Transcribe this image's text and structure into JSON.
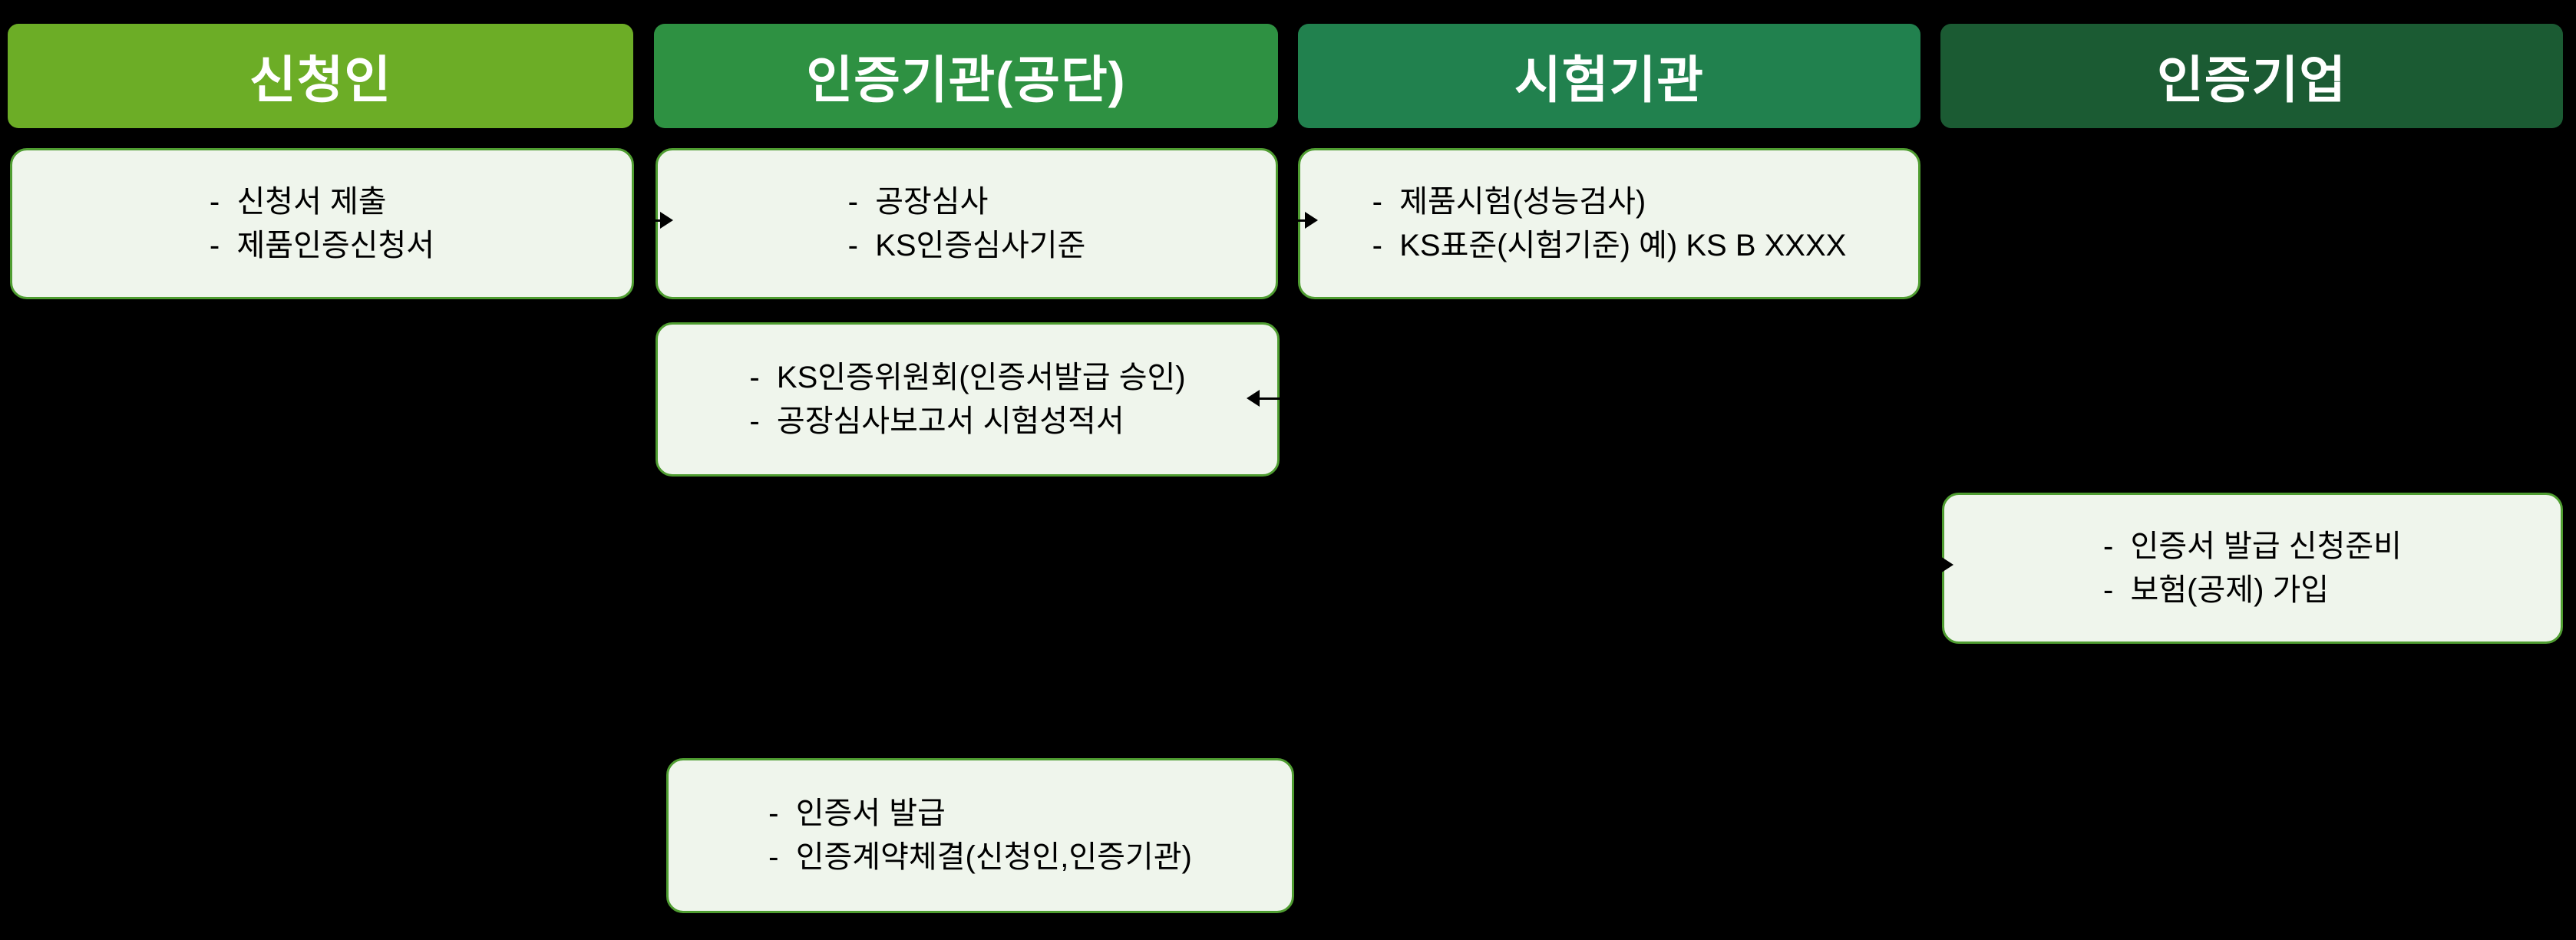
{
  "theme": {
    "css_vars": {
      "bg": "#000000",
      "box-fill": "#EFF5EC",
      "box-border": "#4F9D31",
      "arrow": "#000000",
      "body-text": "#000000",
      "header-text": "#FFFFFF"
    }
  },
  "columns": [
    {
      "header": {
        "label": "신청인",
        "color": "#6CAD26"
      }
    },
    {
      "header": {
        "label": "인증기관(공단)",
        "color": "#2E9142"
      }
    },
    {
      "header": {
        "label": "시험기관",
        "color": "#21814E"
      }
    },
    {
      "header": {
        "label": "인증기업",
        "color": "#1B5B33"
      }
    }
  ],
  "boxes": [
    {
      "name": "applicant-submission",
      "lines": [
        "-  신청서 제출",
        "-  제품인증신청서"
      ]
    },
    {
      "name": "factory-audit",
      "lines": [
        "-  공장심사",
        "-  KS인증심사기준"
      ]
    },
    {
      "name": "product-test",
      "lines": [
        "-  제품시험(성능검사)",
        "-  KS표준(시험기준) 예) KS B XXXX"
      ]
    },
    {
      "name": "ks-cert-committee",
      "lines": [
        "-  KS인증위원회(인증서발급 승인)",
        "-  공장심사보고서 시험성적서"
      ]
    },
    {
      "name": "cert-issue-prep",
      "lines": [
        "-  인증서 발급 신청준비",
        "-  보험(공제) 가입"
      ]
    },
    {
      "name": "cert-issue-contract",
      "lines": [
        "-  인증서 발급",
        "-  인증계약체결(신청인,인증기관)"
      ]
    }
  ],
  "arrows": [
    {
      "name": "applicant-to-certbody",
      "direction": "right",
      "color": "#000000"
    },
    {
      "name": "certbody-to-testbody",
      "direction": "right",
      "color": "#000000"
    },
    {
      "name": "testbody-to-committee",
      "direction": "left",
      "color": "#000000"
    },
    {
      "name": "prep-to-certcompany",
      "direction": "right",
      "color": "#000000"
    }
  ]
}
